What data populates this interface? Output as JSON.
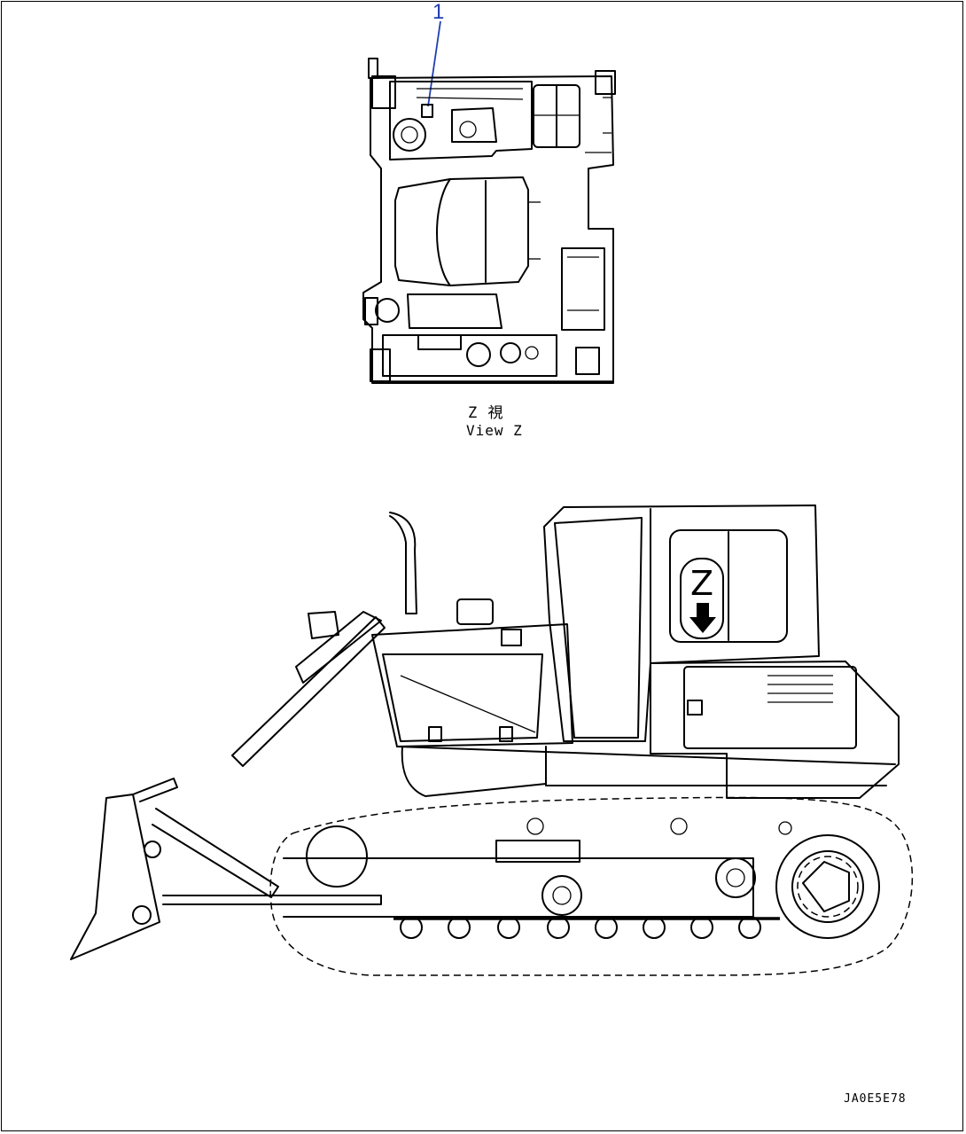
{
  "callout": {
    "number": "1",
    "color": "#1f3fb0"
  },
  "view": {
    "label_jp": "Z 視",
    "label_en": "View Z"
  },
  "body_marker": {
    "letter": "Z",
    "arrow_icon": "down-arrow-icon"
  },
  "drawing_code": "JA0E5E78"
}
